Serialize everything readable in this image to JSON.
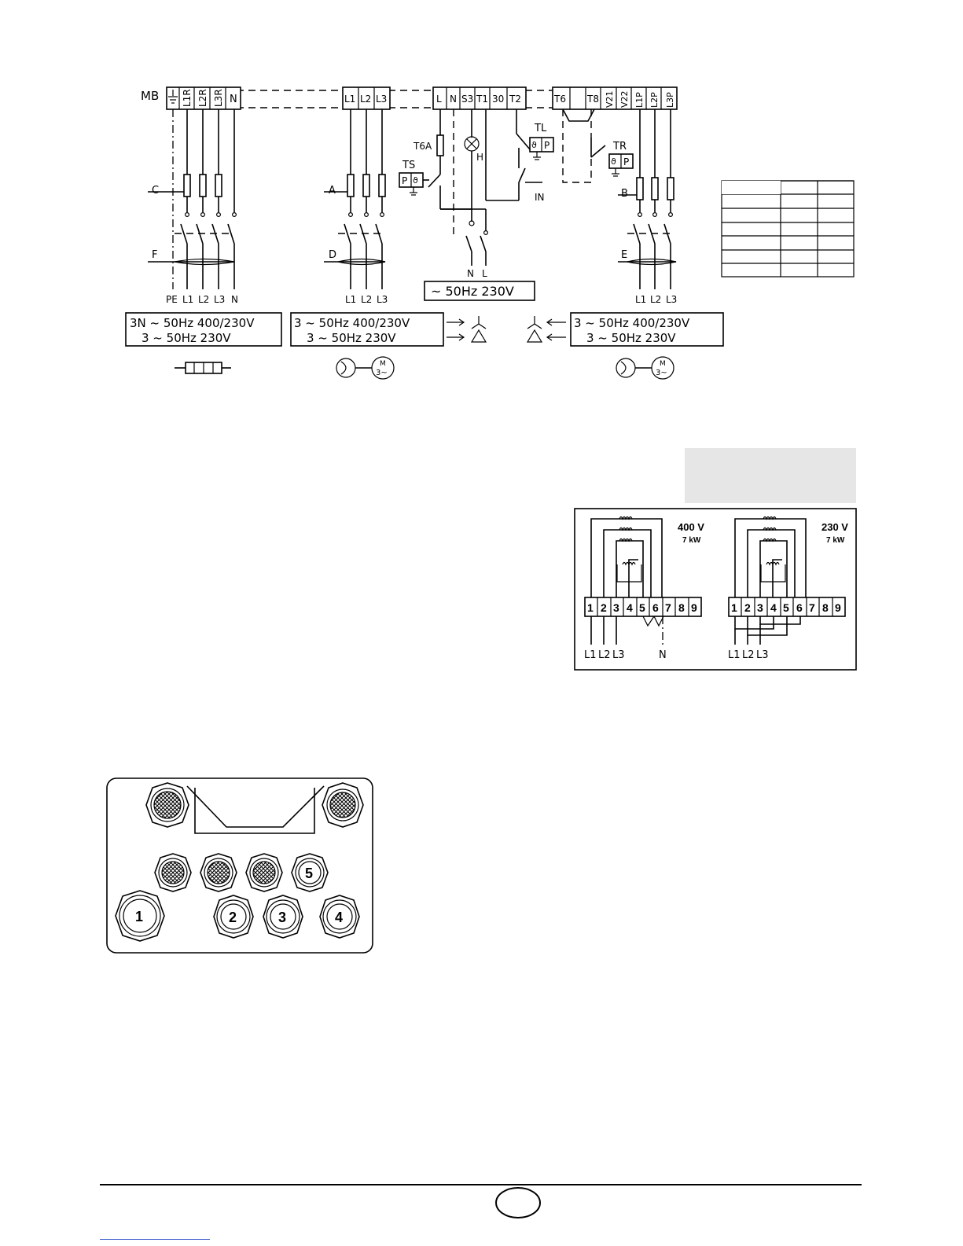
{
  "wiring": {
    "mb_label": "MB",
    "terminals_left": [
      "L1R",
      "L2R",
      "L3R",
      "N"
    ],
    "terminals_mid": [
      "L1",
      "L2",
      "L3"
    ],
    "terminals_ctrl": [
      "L",
      "N",
      "S3",
      "T1",
      "30",
      "T2",
      "T6",
      "T8",
      "V21",
      "V22",
      "L1P",
      "L2P",
      "L3P"
    ],
    "switch_labels": {
      "C": "C",
      "F": "F",
      "A": "A",
      "D": "D",
      "B": "B",
      "E": "E"
    },
    "components": {
      "fuse": "T6A",
      "lamp": "H",
      "ts": "TS",
      "tl": "TL",
      "tr": "TR",
      "in": "IN",
      "p": "P"
    },
    "bottom_left": [
      "PE",
      "L1",
      "L2",
      "L3",
      "N"
    ],
    "bottom_mid": [
      "L1",
      "L2",
      "L3"
    ],
    "bottom_right": [
      "L1",
      "L2",
      "L3"
    ],
    "bottom_ctrl": [
      "N",
      "L"
    ],
    "supply_ctrl": "~ 50Hz 230V",
    "supply_left": [
      "3N ~ 50Hz 400/230V",
      "3 ~ 50Hz 230V"
    ],
    "supply_mid": [
      "3 ~ 50Hz 400/230V",
      "3 ~ 50Hz 230V"
    ],
    "supply_right": [
      "3 ~ 50Hz 400/230V",
      "3 ~ 50Hz 230V"
    ],
    "motor": {
      "m": "M",
      "phase": "3~"
    }
  },
  "heater": {
    "left": {
      "voltage": "400 V",
      "power": "7 kW",
      "labels": [
        "L1",
        "L2",
        "L3",
        "N"
      ]
    },
    "right": {
      "voltage": "230 V",
      "power": "7 kW",
      "labels": [
        "L1",
        "L2",
        "L3"
      ]
    },
    "terminals": [
      "1",
      "2",
      "3",
      "4",
      "5",
      "6",
      "7",
      "8",
      "9"
    ]
  },
  "glands": [
    "1",
    "2",
    "3",
    "4",
    "5"
  ]
}
